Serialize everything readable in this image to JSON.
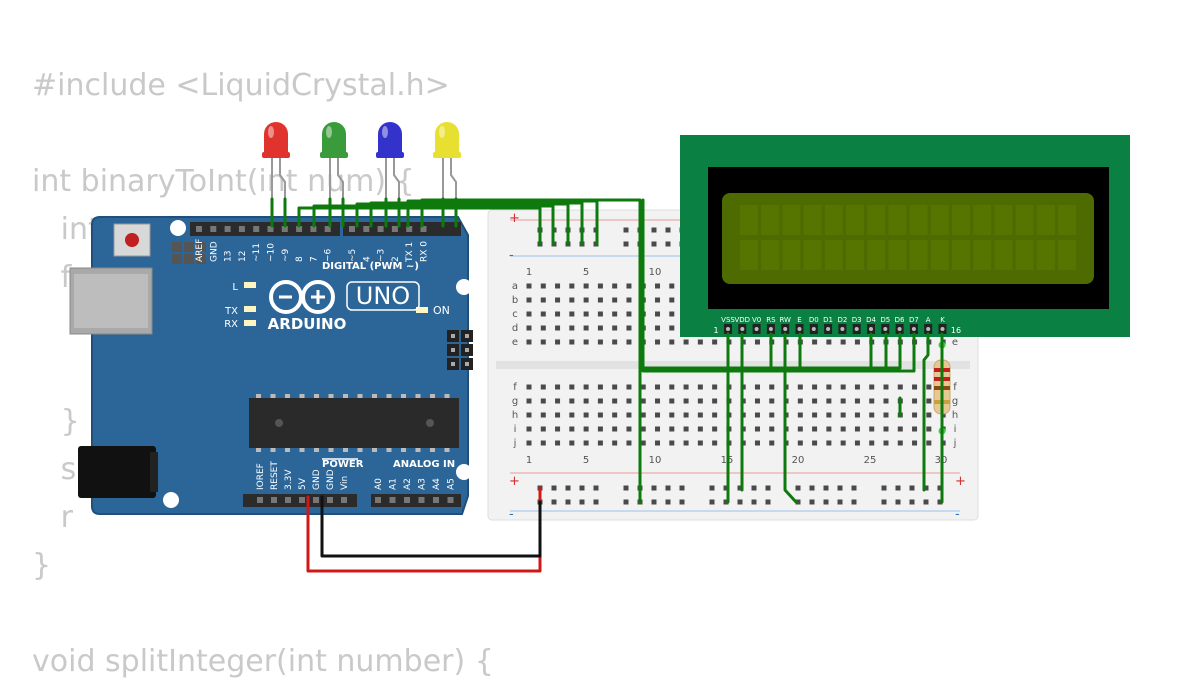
{
  "code_lines": [
    "#include <LiquidCrystal.h>",
    "",
    "int binaryToInt(int num) {",
    "   int",
    "   f",
    "",
    "",
    "   }",
    "   sp",
    "   r",
    "}",
    "",
    "void splitInteger(int number) {"
  ],
  "arduino": {
    "brand": "ARDUINO",
    "model": "UNO",
    "on_label": "ON",
    "l_label": "L",
    "tx_label": "TX",
    "rx_label": "RX",
    "digital_header": "DIGITAL (PWM ~)",
    "power_header": "POWER",
    "analog_header": "ANALOG IN",
    "digital_pins": [
      "AREF",
      "GND",
      "13",
      "12",
      "~11",
      "~10",
      "~9",
      "8",
      "7",
      "~6",
      "~5",
      "4",
      "~3",
      "2",
      "TX 1",
      "RX 0"
    ],
    "power_pins": [
      "IOREF",
      "RESET",
      "3.3V",
      "5V",
      "GND",
      "GND",
      "Vin"
    ],
    "analog_pins": [
      "A0",
      "A1",
      "A2",
      "A3",
      "A4",
      "A5"
    ],
    "colors": {
      "board": "#2c6699",
      "board_edge": "#1f4f7a",
      "header": "#2b2b2b"
    }
  },
  "leds": [
    {
      "name": "red",
      "color": "#e0332e"
    },
    {
      "name": "green",
      "color": "#3a9b3a"
    },
    {
      "name": "blue",
      "color": "#3333cc"
    },
    {
      "name": "yellow",
      "color": "#e8e030"
    }
  ],
  "breadboard": {
    "row_letters_top": [
      "a",
      "b",
      "c",
      "d",
      "e"
    ],
    "row_letters_bottom": [
      "f",
      "g",
      "h",
      "i",
      "j"
    ],
    "column_numbers": [
      "1",
      "5",
      "10",
      "15",
      "20",
      "25",
      "30"
    ],
    "plus": "+",
    "minus": "-"
  },
  "lcd": {
    "pin_labels": [
      "VSS",
      "VDD",
      "V0",
      "RS",
      "RW",
      "E",
      "D0",
      "D1",
      "D2",
      "D3",
      "D4",
      "D5",
      "D6",
      "D7",
      "A",
      "K"
    ],
    "first_pin": "1",
    "last_pin": "16",
    "colors": {
      "pcb": "#0a8043",
      "bezel": "#000000",
      "screen": "#4d6b00"
    }
  },
  "wire_colors": {
    "signal": "#0e7a0e",
    "power": "#d01818",
    "ground": "#111111"
  }
}
